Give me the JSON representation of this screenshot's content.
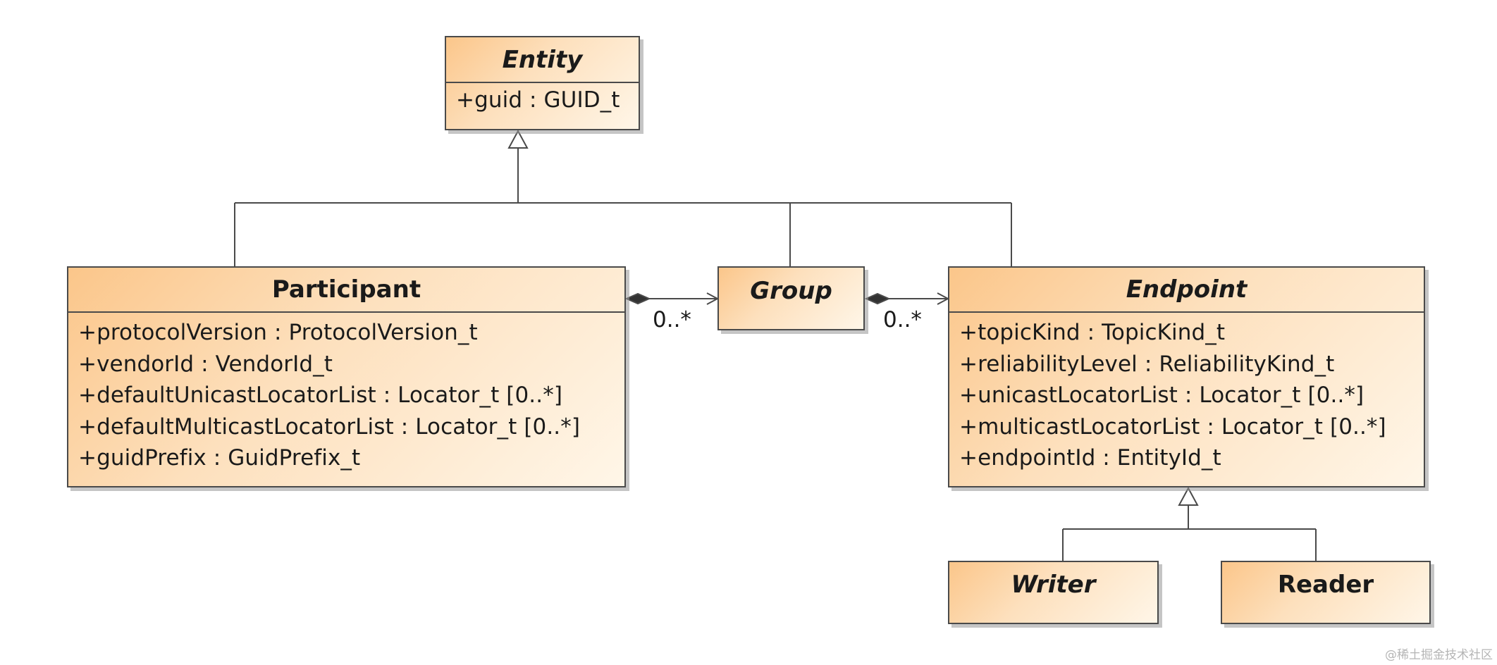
{
  "classes": {
    "entity": {
      "name": "Entity",
      "attributes": [
        "+guid : GUID_t"
      ]
    },
    "participant": {
      "name": "Participant",
      "attributes": [
        "+protocolVersion : ProtocolVersion_t",
        "+vendorId : VendorId_t",
        "+defaultUnicastLocatorList : Locator_t [0..*]",
        "+defaultMulticastLocatorList : Locator_t [0..*]",
        "+guidPrefix : GuidPrefix_t"
      ]
    },
    "group": {
      "name": "Group"
    },
    "endpoint": {
      "name": "Endpoint",
      "attributes": [
        "+topicKind : TopicKind_t",
        "+reliabilityLevel : ReliabilityKind_t",
        "+unicastLocatorList : Locator_t [0..*]",
        "+multicastLocatorList : Locator_t [0..*]",
        "+endpointId : EntityId_t"
      ]
    },
    "writer": {
      "name": "Writer"
    },
    "reader": {
      "name": "Reader"
    }
  },
  "associations": {
    "participant_group_multiplicity": "0..*",
    "group_endpoint_multiplicity": "0..*"
  },
  "watermark": "@稀土掘金技术社区",
  "colors": {
    "class_fill_start": "#fbc68a",
    "class_fill_end": "#fff6e8",
    "line": "#4a4a4a"
  }
}
